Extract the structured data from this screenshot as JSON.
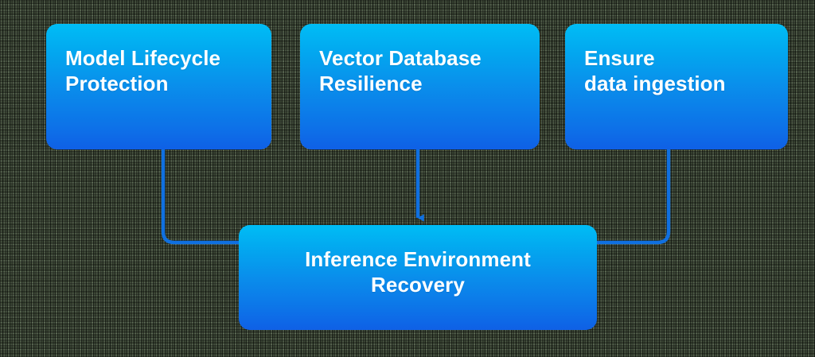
{
  "diagram": {
    "type": "flow-diagram",
    "orientation": "top-row-converging-to-bottom",
    "background": "transparent-checkerboard",
    "colors": {
      "node_gradient_top": "#00bdf5",
      "node_gradient_bottom": "#0f60e6",
      "node_text": "#ffffff",
      "connector": "#1070e0",
      "arrowhead": "#1070e0"
    },
    "nodes": [
      {
        "id": "model-lifecycle",
        "label": "Model Lifecycle\nProtection",
        "row": "top",
        "column": 1
      },
      {
        "id": "vector-database",
        "label": "Vector Database\nResilience",
        "row": "top",
        "column": 2
      },
      {
        "id": "data-ingestion",
        "label": "Ensure\ndata ingestion",
        "row": "top",
        "column": 3
      },
      {
        "id": "inference-recovery",
        "label": "Inference Environment\nRecovery",
        "row": "bottom",
        "column": 1
      }
    ],
    "connectors": [
      {
        "id": "model-lifecycle-to-inference",
        "from": "model-lifecycle",
        "to": "inference-recovery",
        "style": "elbow",
        "arrowhead": false
      },
      {
        "id": "vector-database-to-inference",
        "from": "vector-database",
        "to": "inference-recovery",
        "style": "straight",
        "arrowhead": true
      },
      {
        "id": "data-ingestion-to-inference",
        "from": "data-ingestion",
        "to": "inference-recovery",
        "style": "elbow",
        "arrowhead": false
      }
    ]
  }
}
